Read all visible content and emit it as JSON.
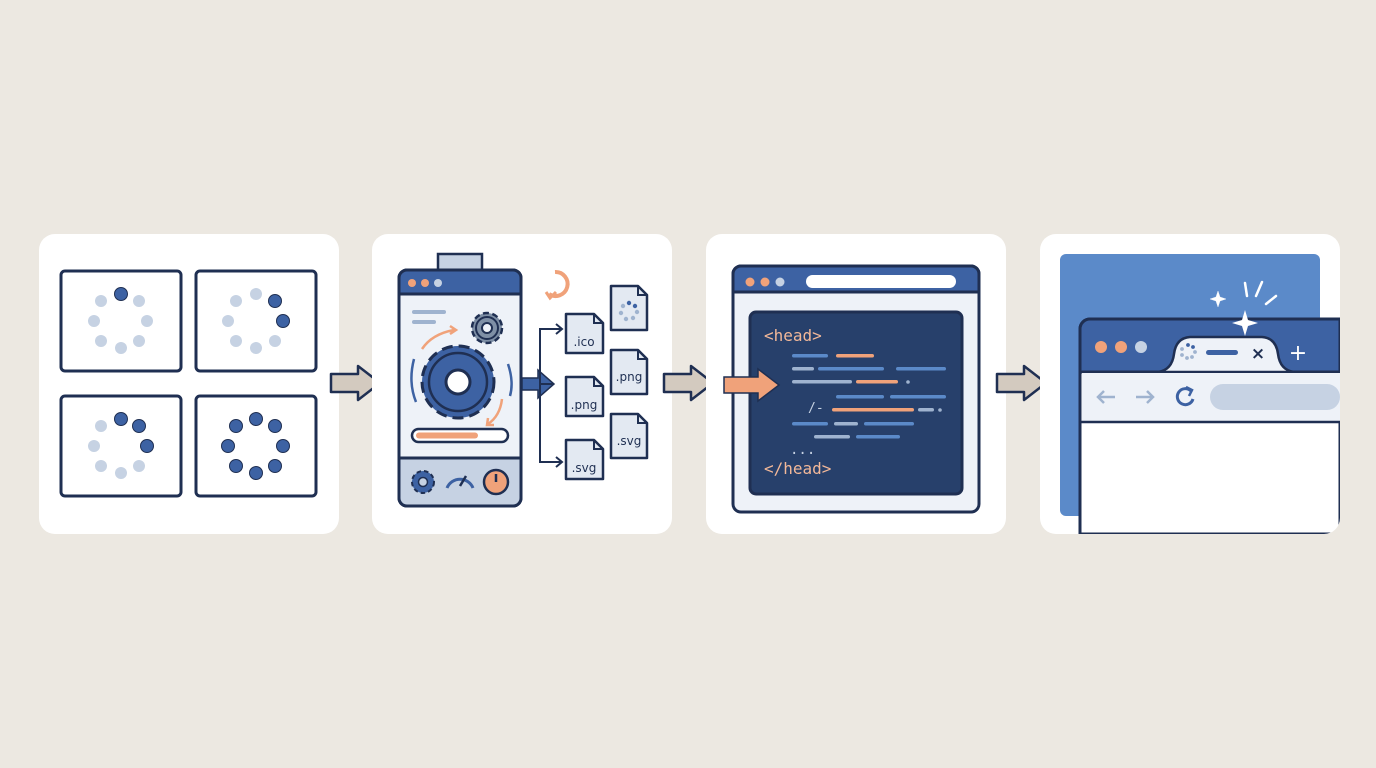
{
  "colors": {
    "background": "#ece8e1",
    "panel": "#ffffff",
    "navy": "#1f2f52",
    "blue": "#3d62a3",
    "light_blue": "#c6d2e3",
    "orange": "#f0a27a",
    "code_bg": "#27406b",
    "arrow_fill": "#d3cabf",
    "sky": "#5b8ac9"
  },
  "stages": {
    "frames": {
      "count": 4,
      "dots_per_ring": 8,
      "active_dots": [
        1,
        2,
        3,
        8
      ]
    },
    "generator": {
      "icons": [
        "gear-icon",
        "progress-bar",
        "gauge-icon",
        "timer-icon"
      ],
      "files": [
        ".ico",
        ".png",
        ".svg",
        ".png",
        ".svg"
      ]
    },
    "code": {
      "open_tag": "<head>",
      "close_tag": "</head>",
      "comment_mark": "/-",
      "ellipsis": "..."
    },
    "browser": {
      "tab_close": "×",
      "new_tab": "+"
    }
  },
  "connectors": [
    "arrow-right-icon",
    "arrow-right-icon",
    "arrow-right-icon"
  ]
}
